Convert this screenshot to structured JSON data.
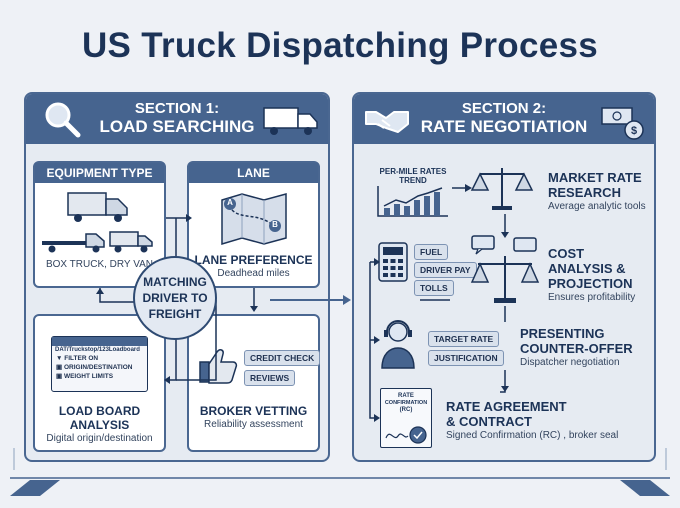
{
  "title": "US Truck Dispatching Process",
  "section1": {
    "heading_line1": "SECTION 1:",
    "heading_line2": "LOAD SEARCHING",
    "equipment": {
      "header": "EQUIPMENT TYPE",
      "caption": "BOX TRUCK, DRY VAN"
    },
    "lane": {
      "header": "LANE",
      "marker_a": "A",
      "marker_b": "B",
      "title": "LANE PREFERENCE",
      "subtitle": "Deadhead miles"
    },
    "center": "MATCHING DRIVER TO FREIGHT",
    "loadboard": {
      "window_text": "DAT/Truckstop/123Loadboard",
      "items": [
        "FILTER ON",
        "ORIGIN/DESTINATION",
        "WEIGHT LIMITS"
      ],
      "title_line1": "LOAD BOARD",
      "title_line2": "ANALYSIS",
      "subtitle": "Digital origin/destination"
    },
    "broker": {
      "tags": [
        "CREDIT CHECK",
        "REVIEWS"
      ],
      "title": "BROKER VETTING",
      "subtitle": "Reliability assessment"
    }
  },
  "section2": {
    "heading_line1": "SECTION 2:",
    "heading_line2": "RATE NEGOTIATION",
    "chart_label_line1": "PER-MILE RATES",
    "chart_label_line2": "TREND",
    "market": {
      "title_line1": "MARKET RATE",
      "title_line2": "RESEARCH",
      "subtitle": "Average analytic tools"
    },
    "cost": {
      "tags": [
        "FUEL",
        "DRIVER PAY",
        "TOLLS"
      ],
      "title_line1": "COST",
      "title_line2": "ANALYSIS &",
      "title_line3": "PROJECTION",
      "subtitle": "Ensures profitability"
    },
    "counter": {
      "tags": [
        "TARGET RATE",
        "JUSTIFICATION"
      ],
      "title_line1": "PRESENTING",
      "title_line2": "COUNTER-OFFER",
      "subtitle": "Dispatcher negotiation"
    },
    "agreement": {
      "doc_line1": "RATE",
      "doc_line2": "CONFIRMATION",
      "doc_line3": "(RC)",
      "title_line1": "RATE AGREEMENT",
      "title_line2": "& CONTRACT",
      "subtitle": "Signed Confirmation (RC) , broker seal"
    }
  },
  "colors": {
    "navy": "#1c3357",
    "header_blue": "#46648f",
    "panel": "#e6ebf2",
    "background": "#eef1f6"
  }
}
